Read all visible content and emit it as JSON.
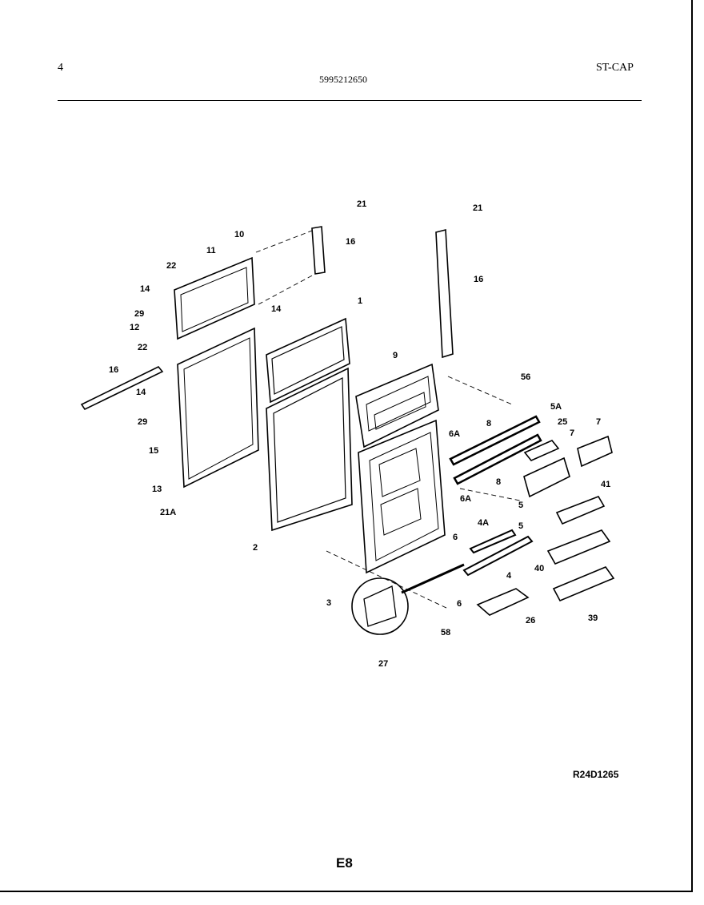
{
  "header": {
    "page_number": "4",
    "part_number": "5995212650",
    "model": "ST-CAP"
  },
  "diagram": {
    "labels": [
      "21",
      "10",
      "16",
      "11",
      "22",
      "14",
      "29",
      "12",
      "14",
      "22",
      "1",
      "16",
      "14",
      "21",
      "16",
      "9",
      "29",
      "15",
      "13",
      "21A",
      "2",
      "56",
      "8",
      "5A",
      "25",
      "7",
      "6A",
      "8",
      "7",
      "6A",
      "41",
      "5",
      "3",
      "4A",
      "6",
      "5",
      "4",
      "6",
      "40",
      "26",
      "39",
      "58",
      "27"
    ]
  },
  "footer": {
    "drawing_code": "R24D1265",
    "page_code": "E8"
  },
  "colors": {
    "ink": "#000000",
    "paper": "#ffffff"
  }
}
